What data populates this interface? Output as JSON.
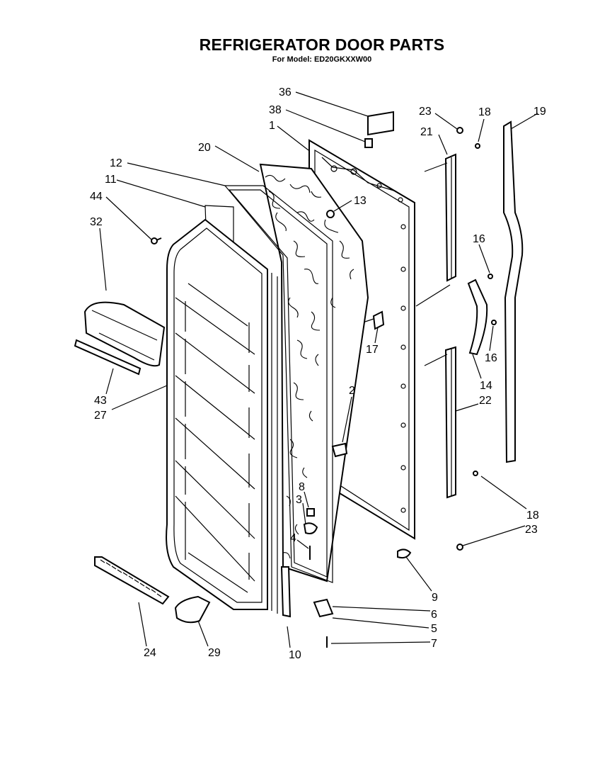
{
  "header": {
    "title": "REFRIGERATOR DOOR PARTS",
    "subtitle": "For Model: ED20GKXXW00"
  },
  "callouts": {
    "c36": "36",
    "c38": "38",
    "c1": "1",
    "c20": "20",
    "c12": "12",
    "c11": "11",
    "c44": "44",
    "c32": "32",
    "c13": "13",
    "c23a": "23",
    "c18a": "18",
    "c21": "21",
    "c19": "19",
    "c16a": "16",
    "c16b": "16",
    "c17": "17",
    "c14": "14",
    "c2": "2",
    "c22": "22",
    "c43": "43",
    "c27": "27",
    "c8": "8",
    "c3": "3",
    "c4": "4",
    "c18b": "18",
    "c23b": "23",
    "c9": "9",
    "c6": "6",
    "c5": "5",
    "c7": "7",
    "c24": "24",
    "c29": "29",
    "c10": "10"
  }
}
